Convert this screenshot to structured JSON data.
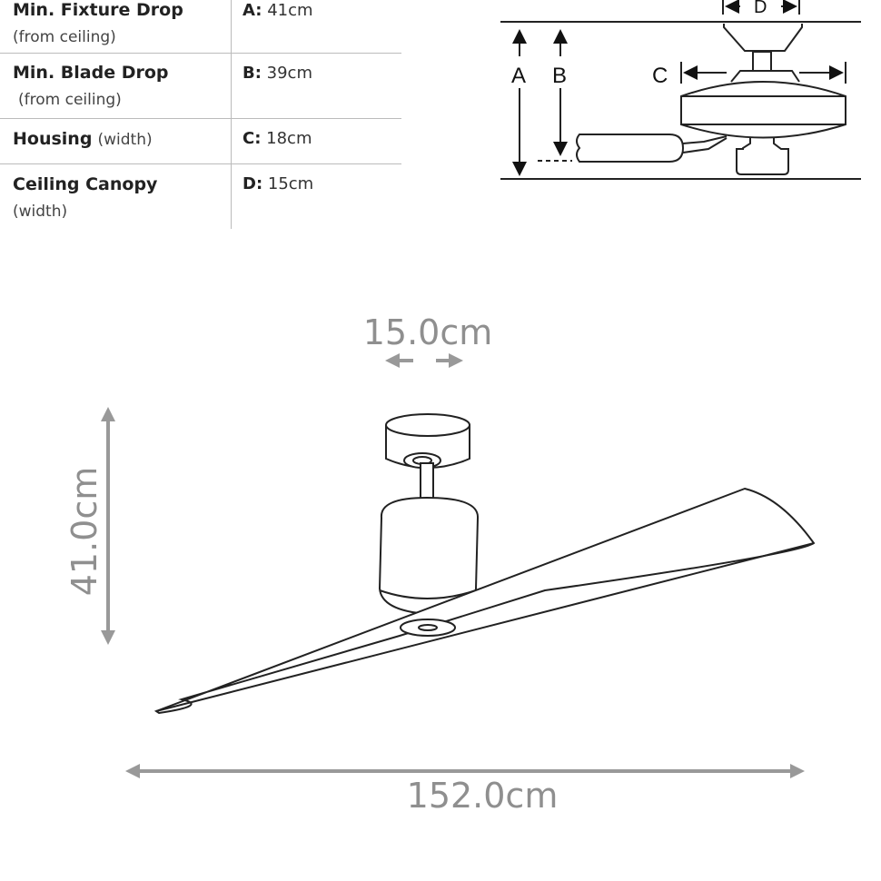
{
  "spec_table": [
    {
      "label": "Min. Fixture Drop",
      "note": "(from ceiling)",
      "key": "A:",
      "value": "41cm"
    },
    {
      "label": "Min. Blade Drop",
      "note": "(from ceiling)",
      "key": "B:",
      "value": "39cm"
    },
    {
      "label": "Housing",
      "note": "(width)",
      "key": "C:",
      "value": "18cm"
    },
    {
      "label": "Ceiling Canopy",
      "note": "(width)",
      "key": "D:",
      "value": "15cm"
    }
  ],
  "schematic": {
    "label_a": "A",
    "label_b": "B",
    "label_c": "C",
    "label_d": "D"
  },
  "dimensions": {
    "canopy_width": "15.0cm",
    "height": "41.0cm",
    "span": "152.0cm"
  },
  "colors": {
    "dimension_grey": "#999999",
    "line": "#222222"
  }
}
